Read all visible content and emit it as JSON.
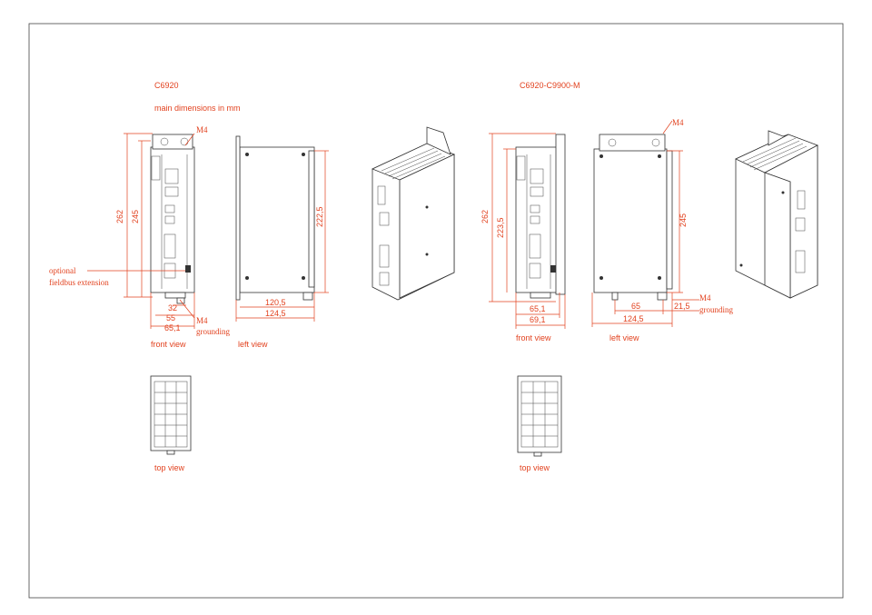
{
  "colors": {
    "annotation": "#e2421f",
    "line": "#333333",
    "frame": "#444444"
  },
  "c6920": {
    "title": "C6920",
    "subtitle": "main dimensions in mm",
    "m4_top": "M4",
    "height_overall": "262",
    "height_inner": "245",
    "fieldbus_note_1": "optional",
    "fieldbus_note_2": "fieldbus extension",
    "front_width_1": "32",
    "front_width_2": "55",
    "front_width_3": "65,1",
    "m4_bottom": "M4",
    "grounding": "grounding",
    "front_view": "front view",
    "left_view": "left view",
    "side_height": "222,5",
    "side_width_1": "120,5",
    "side_width_2": "124,5",
    "top_view": "top view"
  },
  "c9900": {
    "title": "C6920-C9900-M",
    "m4_top": "M4",
    "height_overall": "262",
    "height_inner": "223,5",
    "front_width_1": "65,1",
    "front_width_2": "69,1",
    "front_view": "front view",
    "side_height": "245",
    "side_width_1": "65",
    "side_width_2": "21,5",
    "side_width_3": "124,5",
    "m4_bottom": "M4",
    "grounding": "grounding",
    "left_view": "left view",
    "top_view": "top view"
  }
}
